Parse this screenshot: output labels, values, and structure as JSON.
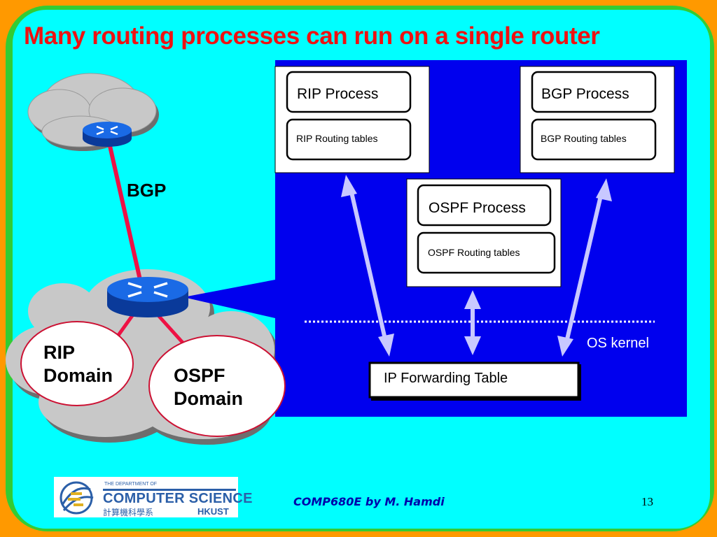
{
  "slide": {
    "title": "Many routing processes can run on a single router",
    "footer": "COMP680E by M. Hamdi",
    "page_number": "13"
  },
  "diagram": {
    "rip_box": {
      "title": "RIP Process",
      "subtitle": "RIP Routing tables"
    },
    "bgp_box": {
      "title": "BGP Process",
      "subtitle": "BGP Routing tables"
    },
    "ospf_box": {
      "title": "OSPF Process",
      "subtitle": "OSPF Routing tables"
    },
    "forwarding_table": "IP Forwarding Table",
    "os_kernel": "OS kernel",
    "bgp_link_label": "BGP",
    "rip_domain": [
      "RIP",
      "Domain"
    ],
    "ospf_domain": [
      "OSPF",
      "Domain"
    ]
  },
  "logo": {
    "small_text": "THE DEPARTMENT OF",
    "main_text": "COMPUTER SCIENCE",
    "chinese_text": "計算機科學系",
    "university": "HKUST"
  },
  "colors": {
    "background_border": "#ff9900",
    "frame": "#33cc33",
    "slide_bg": "#00ffff",
    "title": "#ee1111",
    "panel": "#0000ee",
    "arrow": "#c8c8ff",
    "link": "#ee1144",
    "router": "#1a5fd6",
    "footer": "#0000aa"
  },
  "icons": [
    "cloud-icon",
    "router-icon",
    "double-arrow-icon",
    "hkust-logo-icon"
  ]
}
